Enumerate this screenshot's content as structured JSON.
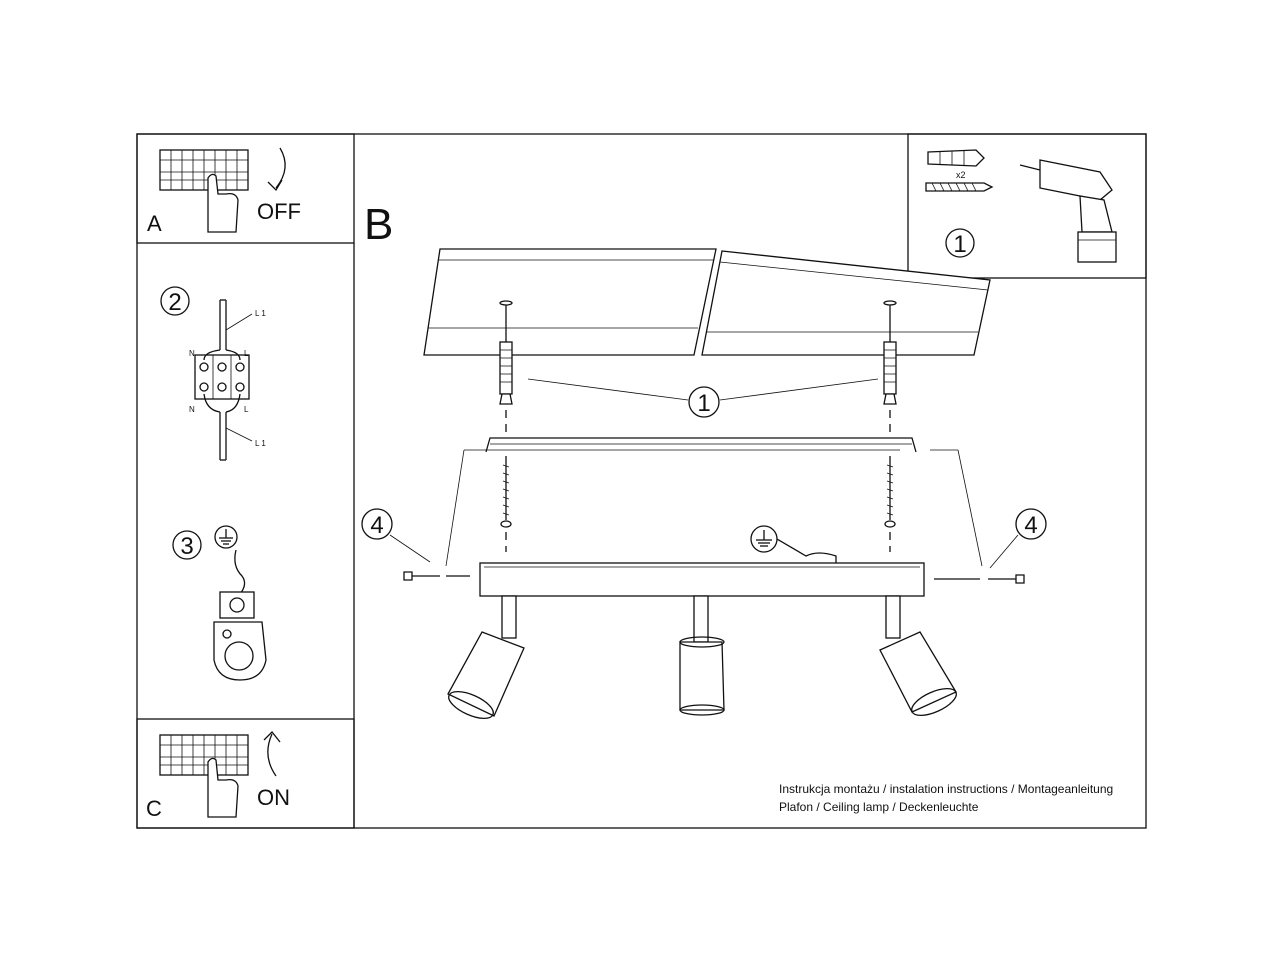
{
  "panels": {
    "a": {
      "letter": "A",
      "action": "OFF"
    },
    "b": {
      "letter": "B"
    },
    "c": {
      "letter": "C",
      "action": "ON"
    }
  },
  "steps": {
    "s1": "1",
    "s2": "2",
    "s3": "3",
    "s4": "4"
  },
  "tools": {
    "quantity": "x2"
  },
  "wiring": {
    "n": "N",
    "l": "L",
    "l1": "L 1"
  },
  "footer": {
    "line1": "Instrukcja montażu / instalation instructions / Montageanleitung",
    "line2": "Plafon / Ceiling lamp / Deckenleuchte"
  }
}
